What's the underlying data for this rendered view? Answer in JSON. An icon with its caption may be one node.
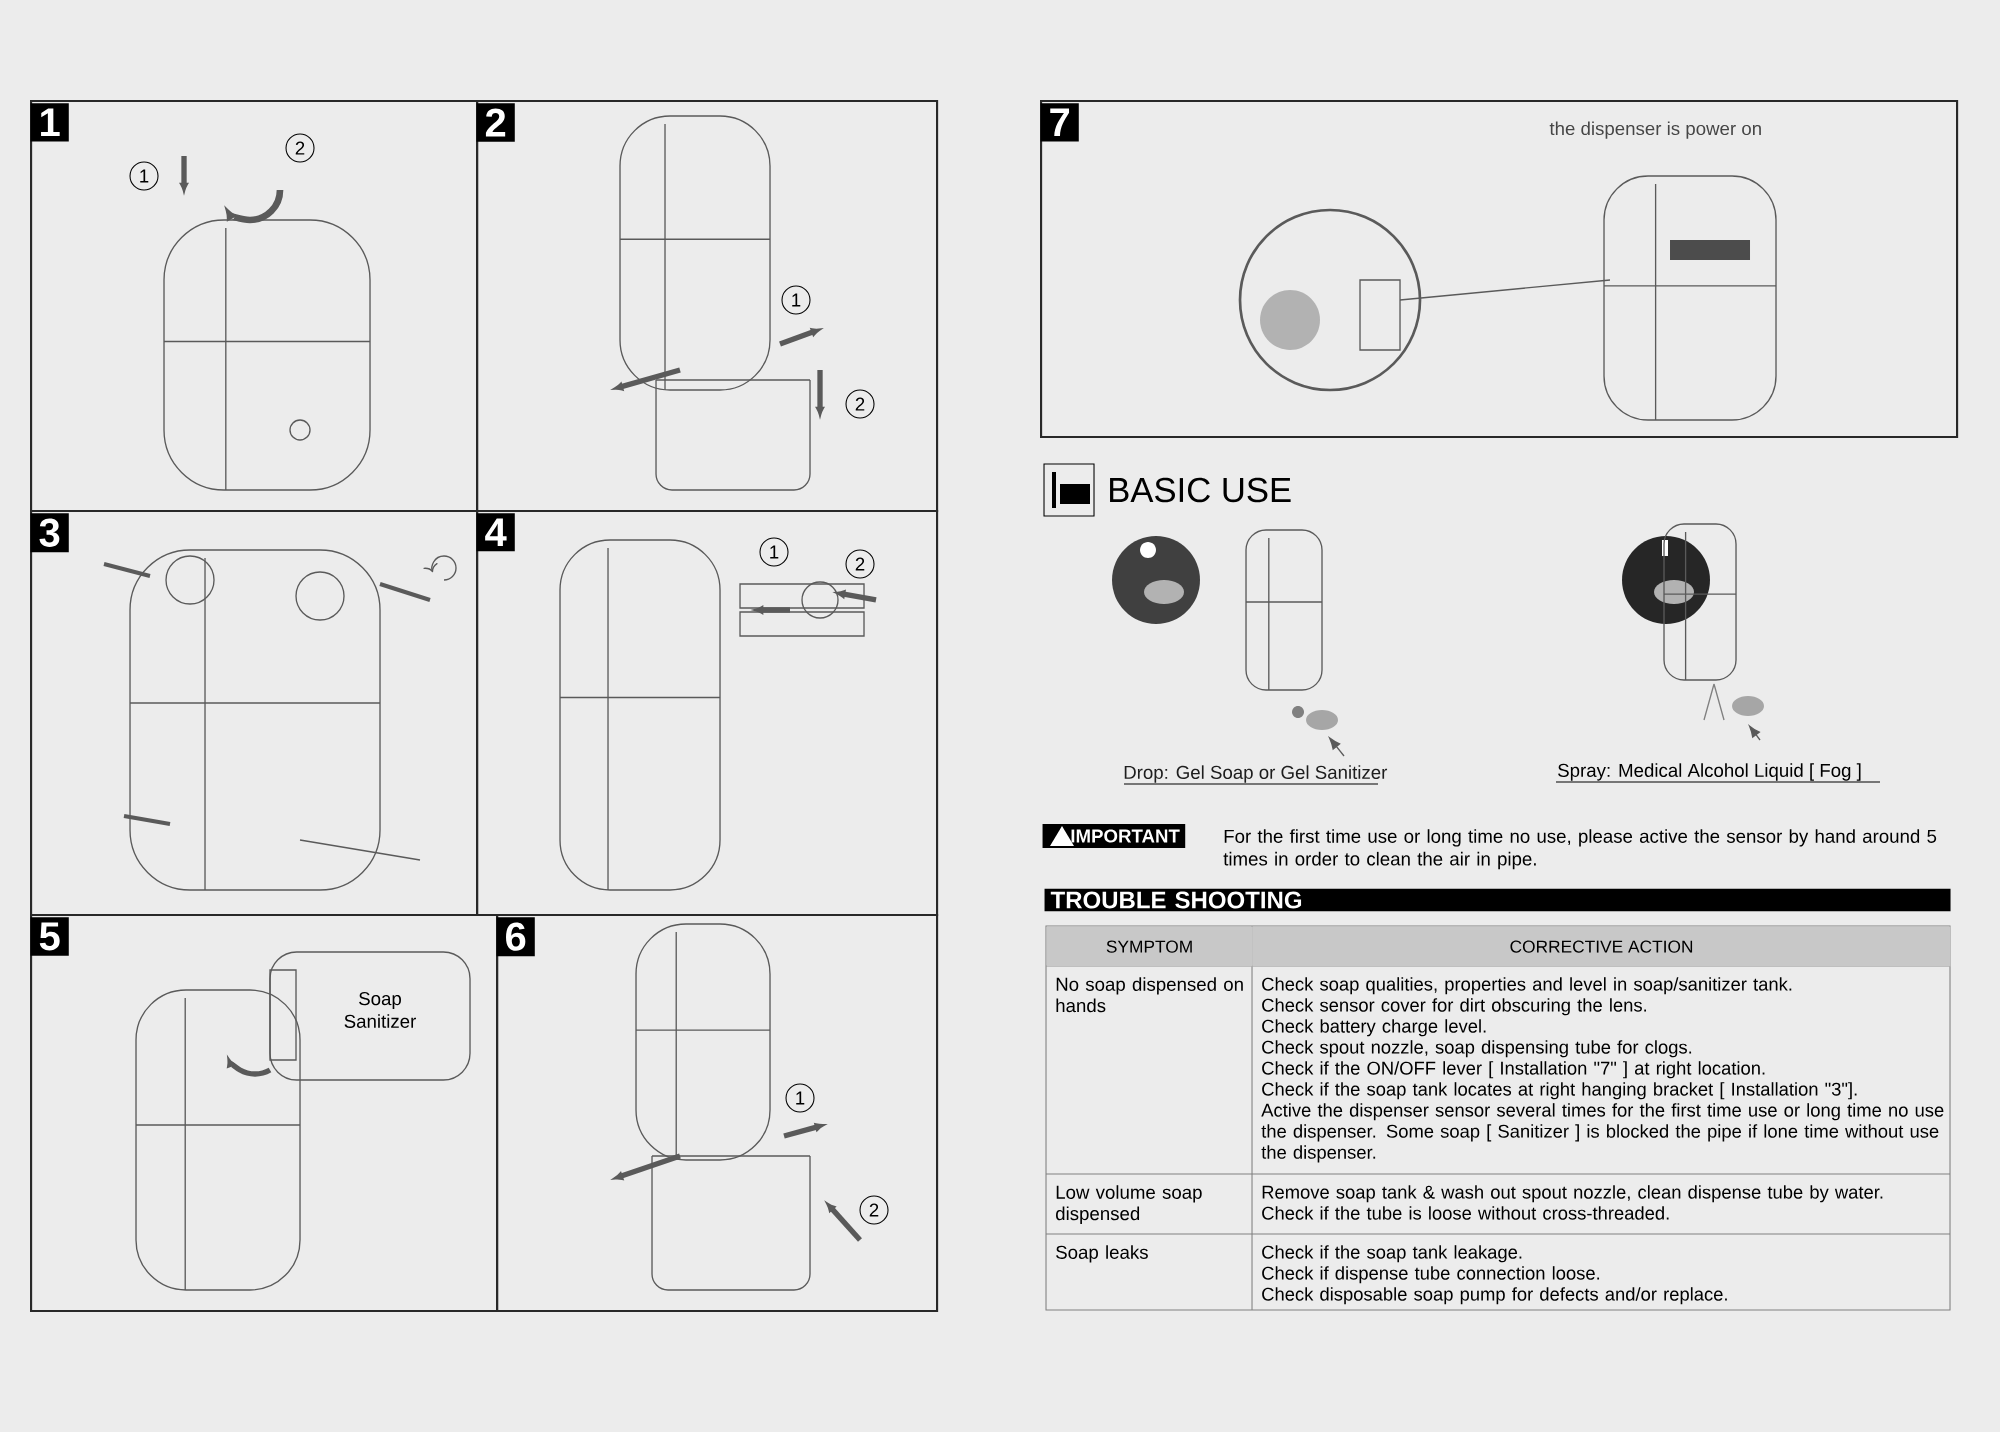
{
  "diagram": {
    "nodes": [
      {
        "text": [
          "1"
        ]
      },
      {
        "text": [
          "2"
        ]
      },
      {
        "text": [
          "3"
        ]
      },
      {
        "text": [
          "4"
        ]
      },
      {
        "text": [
          "5"
        ]
      },
      {
        "text": [
          "6"
        ]
      },
      {
        "text": [
          "7",
          "the dispenser is power on"
        ]
      }
    ],
    "labels": [
      "1",
      "2",
      "1",
      "2",
      "1",
      "2",
      "Soap Sanitizer",
      "1",
      "2",
      "BASIC USE",
      "Drop: Gel Soap or Gel Sanitizer",
      "Spray: Medical Alcohol Liquid [ Fog ]",
      "IMPORTANT",
      "For the first time use or long time no use, please active the sensor by hand around 5 times in order to clean the air in pipe.",
      "TROUBLE SHOOTING",
      "SYMPTOM",
      "CORRECTIVE ACTION",
      "No soap dispensed on hands",
      "Check soap qualities, properties and level in soap/sanitizer tank.",
      "Check sensor cover for dirt obscuring the lens.",
      "Check battery charge level.",
      "Check spout nozzle, soap dispensing tube for clogs.",
      "Check if the ON/OFF lever [ Installation \"7\" ] at right location.",
      "Check if the soap tank locates at right hanging bracket [ Installation \"3\"].",
      "Active the dispenser sensor several times for the first time use or long time no use the dispenser. Some soap [ Sanitizer ] is blocked the pipe if lone time without use the dispenser.",
      "Low volume soap dispensed",
      "Remove soap tank & wash out spout nozzle, clean dispense tube by water.",
      "Check if the tube is loose without cross-threaded.",
      "Soap leaks",
      "Check if the soap tank leakage.",
      "Check if dispense tube connection loose.",
      "Check disposable soap pump for defects and/or replace."
    ]
  }
}
